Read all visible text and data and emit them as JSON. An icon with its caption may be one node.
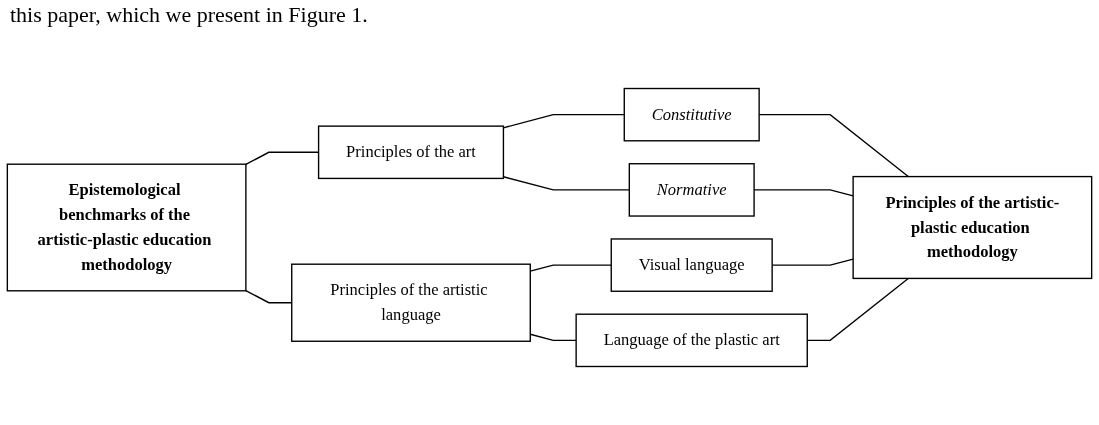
{
  "diagram": {
    "nodes": [
      {
        "text": [
          "Epistemological benchmarks of the artistic-plastic education methodology"
        ]
      },
      {
        "text": [
          "Principles of the art"
        ]
      },
      {
        "text": [
          "Principles of the artistic language"
        ]
      },
      {
        "text": [
          "Constitutive"
        ]
      },
      {
        "text": [
          "Normative"
        ]
      },
      {
        "text": [
          "Visual language"
        ]
      },
      {
        "text": [
          "Language of the plastic art"
        ]
      },
      {
        "text": [
          "Principles of the artistic-plastic education methodology"
        ]
      }
    ],
    "edges": [
      {
        "from": 0,
        "to": 1,
        "arrow": "none"
      },
      {
        "from": 0,
        "to": 2,
        "arrow": "none"
      },
      {
        "from": 1,
        "to": 3,
        "arrow": "none"
      },
      {
        "from": 1,
        "to": 4,
        "arrow": "none"
      },
      {
        "from": 2,
        "to": 5,
        "arrow": "none"
      },
      {
        "from": 2,
        "to": 6,
        "arrow": "none"
      },
      {
        "from": 3,
        "to": 7,
        "arrow": "none"
      },
      {
        "from": 4,
        "to": 7,
        "arrow": "none"
      },
      {
        "from": 5,
        "to": 7,
        "arrow": "none"
      },
      {
        "from": 6,
        "to": 7,
        "arrow": "none"
      }
    ],
    "labels": [
      "this paper, which we present in Figure 1."
    ]
  }
}
